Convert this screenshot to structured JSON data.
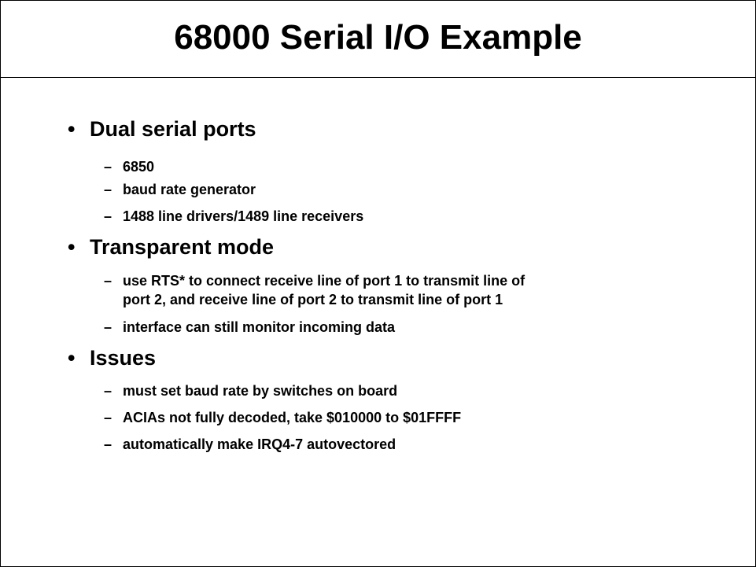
{
  "title": "68000 Serial I/O Example",
  "bullets": [
    {
      "label": "Dual serial ports",
      "items": [
        "6850",
        "baud rate generator",
        "1488 line drivers/1489 line receivers"
      ]
    },
    {
      "label": "Transparent mode",
      "items": [
        "use RTS* to connect receive line of port 1 to transmit line of",
        "port 2, and receive line of port 2 to transmit line of port 1",
        "interface can still monitor incoming data"
      ]
    },
    {
      "label": "Issues",
      "items": [
        "must set baud rate by switches on board",
        "ACIAs not fully decoded, take $010000 to $01FFFF",
        "automatically make IRQ4-7 autovectored"
      ]
    }
  ],
  "symbols": {
    "bullet": "•",
    "dash": "–"
  }
}
